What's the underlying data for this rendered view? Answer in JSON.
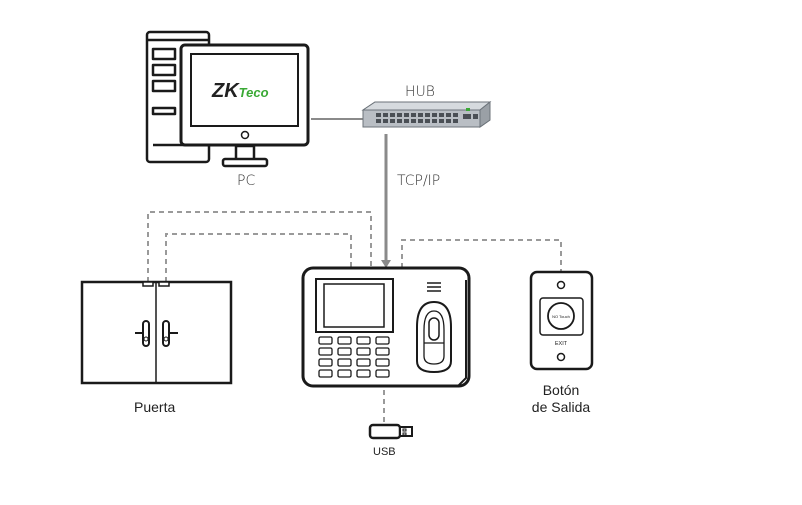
{
  "labels": {
    "pc": "PC",
    "hub": "HUB",
    "tcpip": "TCP/IP",
    "door": "Puerta",
    "exit_line1": "Botón",
    "exit_line2": "de Salida",
    "usb": "USB"
  },
  "screen_logo": {
    "main": "ZK",
    "accent": "Teco"
  },
  "exit_button": {
    "face_text": "NO Touch",
    "caption": "EXIT"
  },
  "colors": {
    "outline": "#1a1a1a",
    "wire": "#8a8a8a",
    "dashed": "#9a9a9a",
    "hub_body": "#b9bec4",
    "hub_port": "#4a4f55",
    "logo_green": "#3aa935",
    "logo_dark": "#222222"
  }
}
